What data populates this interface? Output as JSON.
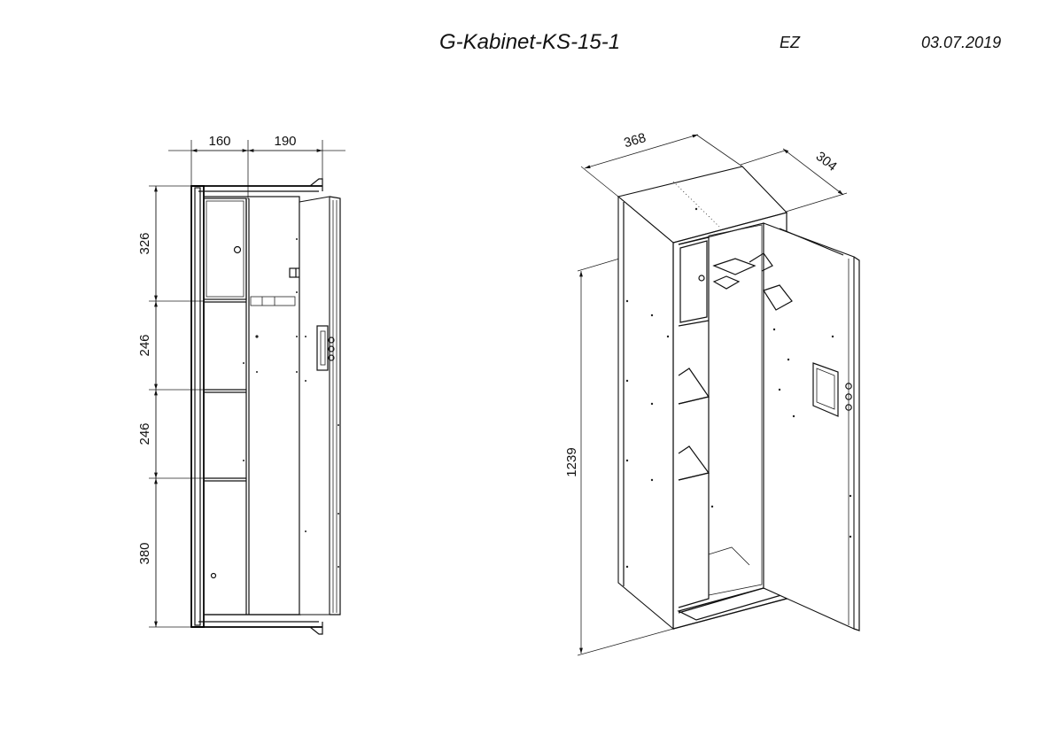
{
  "header": {
    "title": "G-Kabinet-KS-15-1",
    "author": "EZ",
    "date": "03.07.2019"
  },
  "front_view": {
    "width_dims": [
      "160",
      "190"
    ],
    "height_dims": [
      "326",
      "246",
      "246",
      "380"
    ]
  },
  "iso_view": {
    "width": "368",
    "depth": "304",
    "height": "1239"
  }
}
